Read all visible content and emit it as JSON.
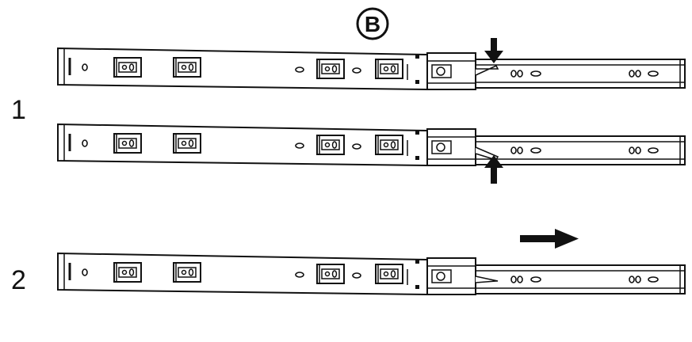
{
  "diagram": {
    "callout_label": "B",
    "steps": [
      {
        "label": "1"
      },
      {
        "label": ""
      },
      {
        "label": "2"
      }
    ],
    "colors": {
      "line": "#111111",
      "fill": "#ffffff"
    },
    "icons": [
      "push-down-arrow-icon",
      "push-up-arrow-icon",
      "pull-right-arrow-icon"
    ]
  }
}
